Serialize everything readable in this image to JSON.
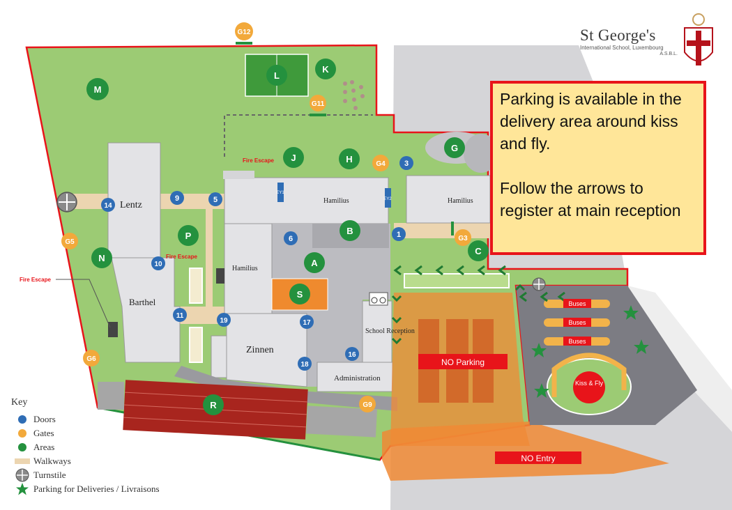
{
  "logo": {
    "name": "St George's",
    "subtitle": "International School, Luxembourg",
    "asbl": "A.S.B.L."
  },
  "info_box": {
    "line1": "Parking is available in the delivery area around kiss and fly.",
    "line2": "Follow the arrows to register at main reception"
  },
  "buildings": {
    "lentz": "Lentz",
    "hamilius_left": "Hamilius",
    "hamilius_right": "Hamilius",
    "hamilius_main": "Hamilius",
    "barthel": "Barthel",
    "zinnen": "Zinnen",
    "school_reception": "School Reception",
    "administration": "Administration",
    "ey1": "EY1",
    "ey2": "EY2"
  },
  "labels": {
    "fire_escape_top": "Fire Escape",
    "fire_escape_mid": "Fire Escape",
    "fire_escape_left": "Fire Escape",
    "no_parking": "NO Parking",
    "no_entry": "NO Entry",
    "buses": "Buses",
    "kiss_fly": "Kiss & Fly"
  },
  "markers": {
    "doors": [
      "1",
      "3",
      "5",
      "6",
      "9",
      "10",
      "11",
      "14",
      "16",
      "17",
      "18",
      "19"
    ],
    "gates": [
      "G3",
      "G4",
      "G5",
      "G6",
      "G9",
      "G11",
      "G12"
    ],
    "areas": [
      "A",
      "B",
      "C",
      "G",
      "H",
      "J",
      "K",
      "L",
      "M",
      "N",
      "P",
      "R",
      "S"
    ]
  },
  "key": {
    "title": "Key",
    "items": [
      {
        "label": "Doors",
        "icon": "door-dot-blue",
        "color": "#2f6db5"
      },
      {
        "label": "Gates",
        "icon": "gate-dot-orange",
        "color": "#f2a93b"
      },
      {
        "label": "Areas",
        "icon": "area-dot-green",
        "color": "#24913e"
      },
      {
        "label": "Walkways",
        "icon": "walkway-bar",
        "color": "#ecd5b0"
      },
      {
        "label": "Turnstile",
        "icon": "turnstile-icon",
        "color": "#777777"
      },
      {
        "label": "Parking for Deliveries / Livraisons",
        "icon": "star-icon",
        "color": "#24913e"
      }
    ]
  },
  "colors": {
    "grass": "#9ccb74",
    "building": "#e3e3e6",
    "plaza": "#bcbcc1",
    "road": "#7c7c83",
    "door": "#2f6db5",
    "gate": "#f2a93b",
    "area": "#24913e",
    "boundary": "#e8141a",
    "walkway": "#ecd5b0",
    "overlay": "#f08a35"
  }
}
